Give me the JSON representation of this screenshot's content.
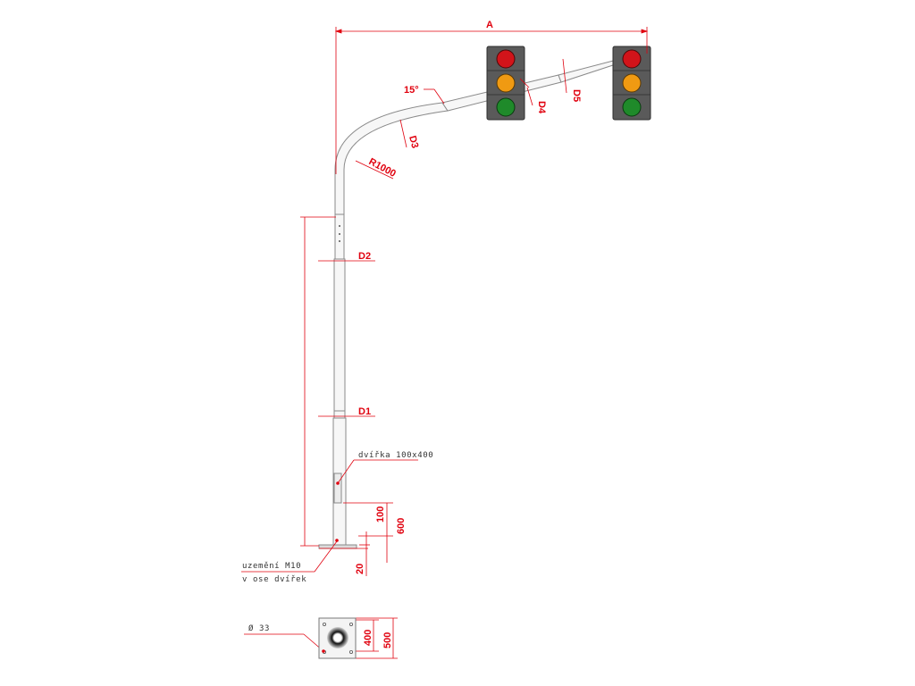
{
  "dimensions": {
    "span": "A",
    "bend_angle": "15°",
    "bend_radius": "R1000",
    "diameters": {
      "d1": "D1",
      "d2": "D2",
      "d3": "D3",
      "d4": "D4",
      "d5": "D5"
    },
    "door_bottom": "100",
    "door_top_height": "600",
    "plate_thickness": "20",
    "plate_inner": "400",
    "plate_outer": "500"
  },
  "notes": {
    "door": "dvířka 100x400",
    "grounding_line1": "uzemění M10",
    "grounding_line2": "v ose dvířek",
    "hole_diameter": "Ø 33"
  },
  "colors": {
    "dimension": "#e0000e",
    "pole_fill": "#f7f7f7",
    "pole_stroke": "#8a8a8a",
    "signal_housing": "#5a5a5a",
    "lamp_red": "#d2141a",
    "lamp_amber": "#f09a12",
    "lamp_green": "#1f8a2a"
  },
  "icons": {
    "signal": "traffic-signal-head",
    "anchor_plate": "base-plate-plan-view"
  }
}
